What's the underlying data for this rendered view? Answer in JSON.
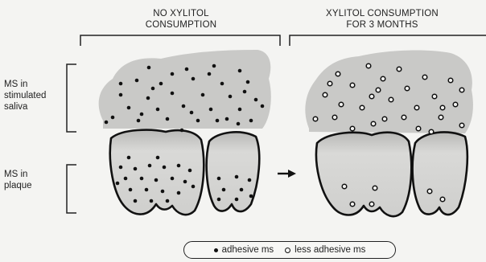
{
  "headers": {
    "left": [
      "NO XYLITOL",
      "CONSUMPTION"
    ],
    "right": [
      "XYLITOL CONSUMPTION",
      "FOR 3 MONTHS"
    ]
  },
  "row_labels": {
    "saliva": [
      "MS in",
      "stimulated",
      "saliva"
    ],
    "plaque": [
      "MS in",
      "plaque"
    ]
  },
  "legend": {
    "adhesive": "adhesive ms",
    "less_adhesive": "less adhesive ms"
  },
  "colors": {
    "saliva_fill": "#c9c9c7",
    "tooth_fill": "#d4d4d2",
    "ink": "#111111",
    "background": "#f4f4f2"
  },
  "panels": [
    {
      "condition": "no-xylitol",
      "bacteria_type": "adhesive",
      "saliva_count": 38,
      "plaque_big_count": 22,
      "plaque_small_count": 8
    },
    {
      "condition": "xylitol-3-months",
      "bacteria_type": "less-adhesive",
      "saliva_count": 30,
      "plaque_big_count": 4,
      "plaque_small_count": 2
    }
  ]
}
